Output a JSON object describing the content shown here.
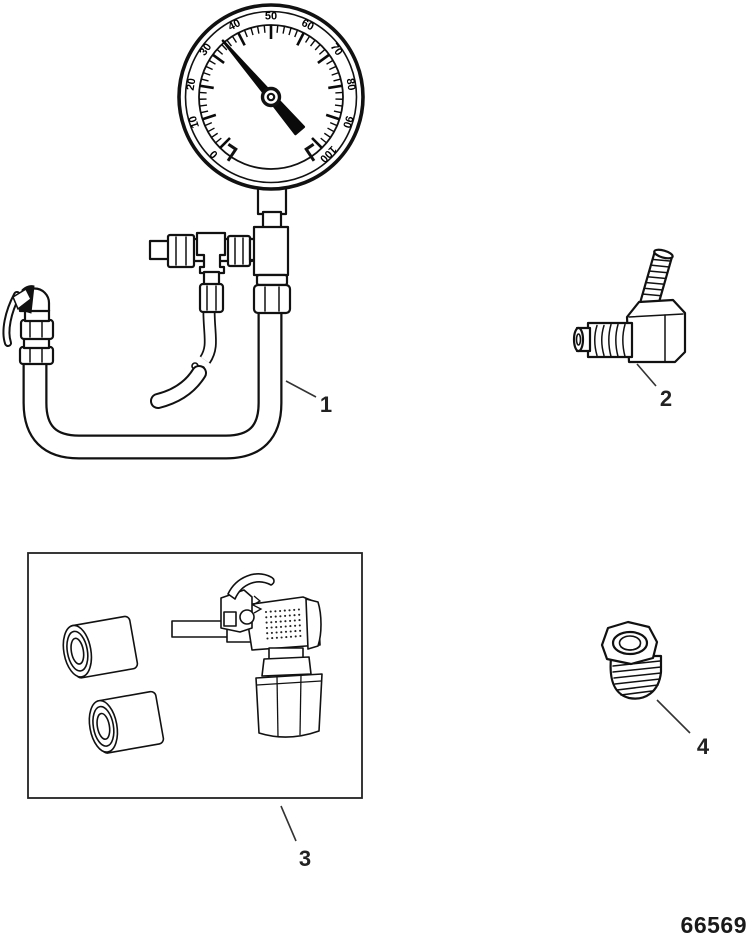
{
  "part_number": "66569",
  "callouts": {
    "c1": "1",
    "c2": "2",
    "c3": "3",
    "c4": "4"
  },
  "gauge": {
    "type": "gauge",
    "min": 0,
    "max": 100,
    "major_step": 10,
    "minor_step": 2,
    "start_angle": -135,
    "end_angle": 135,
    "tick_labels": [
      "0",
      "10",
      "20",
      "30",
      "40",
      "50",
      "60",
      "70",
      "80",
      "90",
      "100"
    ],
    "needle_value": 35
  }
}
